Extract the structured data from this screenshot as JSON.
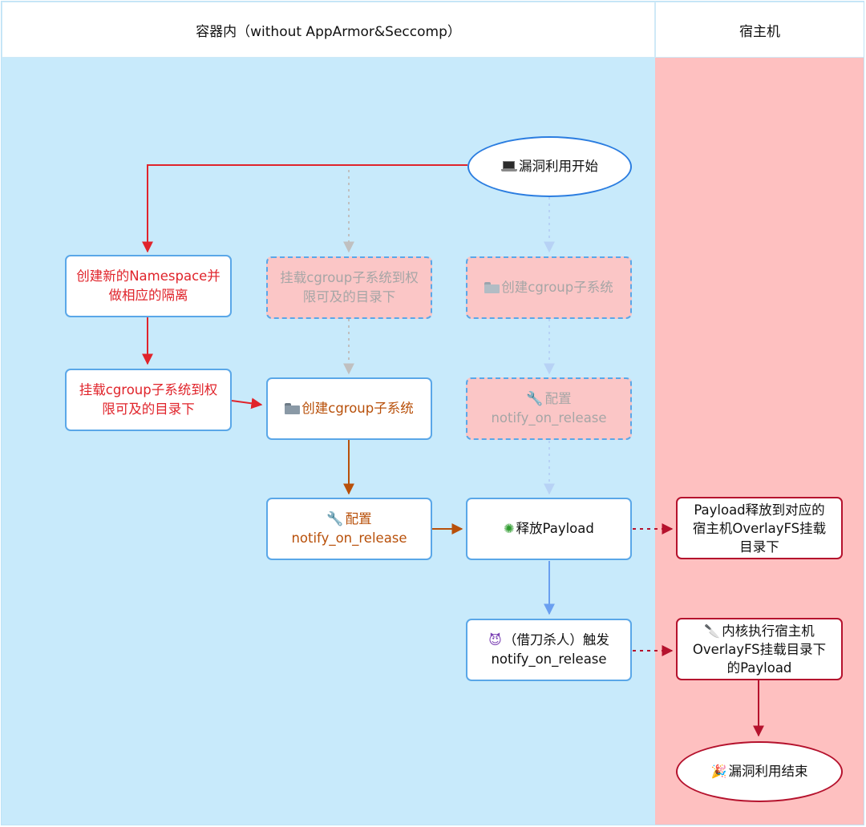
{
  "lanes": {
    "container_title": "容器内（without AppArmor&Seccomp）",
    "host_title": "宿主机"
  },
  "nodes": {
    "start": {
      "icon": "laptop-icon",
      "label": "漏洞利用开始"
    },
    "create_namespace": {
      "line1": "创建新的Namespace并",
      "line2": "做相应的隔离"
    },
    "mount_cgroup_active": {
      "line1": "挂载cgroup子系统到权",
      "line2": "限可及的目录下"
    },
    "mount_cgroup_faded": {
      "line1": "挂载cgroup子系统到权",
      "line2": "限可及的目录下"
    },
    "create_cgroup_faded": {
      "icon": "folder-icon",
      "label": "创建cgroup子系统"
    },
    "create_cgroup_active": {
      "icon": "folder-icon",
      "label": "创建cgroup子系统"
    },
    "config_faded": {
      "icon": "wrench-icon",
      "line1": "配置",
      "line2": "notify_on_release"
    },
    "config_active": {
      "icon": "wrench-icon",
      "line1": "配置",
      "line2": "notify_on_release"
    },
    "release_payload": {
      "icon": "virus-icon",
      "label": "释放Payload"
    },
    "trigger": {
      "icon": "devil-icon",
      "line1": "（借刀杀人）触发",
      "line2": "notify_on_release"
    },
    "host_payload": {
      "line1": "Payload释放到对应的",
      "line2": "宿主机OverlayFS挂载",
      "line3": "目录下"
    },
    "host_exec": {
      "icon": "knife-icon",
      "line1": "内核执行宿主机",
      "line2": "OverlayFS挂载目录下",
      "line3": "的Payload"
    },
    "end": {
      "icon": "party-icon",
      "label": "漏洞利用结束"
    }
  },
  "colors": {
    "container_lane": "#c8eafb",
    "host_lane": "#fec0c0",
    "red_flow": "#e0242b",
    "orange_flow": "#b8500a",
    "blue_flow": "#6a9ff0",
    "host_flow": "#b5122d",
    "faded_flow": "#c0c0c0",
    "faded_blue_flow": "#b7d2f5",
    "node_border": "#5aa7e8"
  }
}
